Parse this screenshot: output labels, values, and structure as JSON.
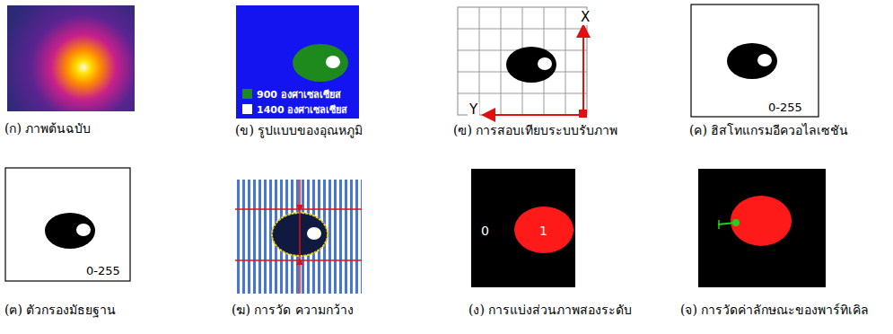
{
  "diagram": {
    "nodes": [
      {
        "text": [
          "(ก) ภาพต้นฉบับ"
        ]
      },
      {
        "text": [
          "(ข) รูปแบบของอุณหภูมิ"
        ]
      },
      {
        "text": [
          "(ฃ) การสอบเทียบระบบรับภาพ"
        ]
      },
      {
        "text": [
          "(ค) ฮิสโทแกรมอีควอไลเซชัน"
        ]
      },
      {
        "text": [
          "(ฅ) ตัวกรองมัธยฐาน"
        ]
      },
      {
        "text": [
          "(ฆ) การวัด ความกว้าง"
        ]
      },
      {
        "text": [
          "(ง) การแบ่งส่วนภาพสองระดับ"
        ]
      },
      {
        "text": [
          "(จ) การวัดค่าลักษณะของพาร์ทิเคิล"
        ]
      }
    ],
    "labels": [
      "X",
      "Y",
      "0-255",
      "0-255",
      "0",
      "1"
    ],
    "legend": [
      {
        "text": "900 องศาเซลเซียส",
        "color": "#1e8a1e"
      },
      {
        "text": "1400 องศาเซลเซียส",
        "color": "#ffffff"
      }
    ]
  }
}
